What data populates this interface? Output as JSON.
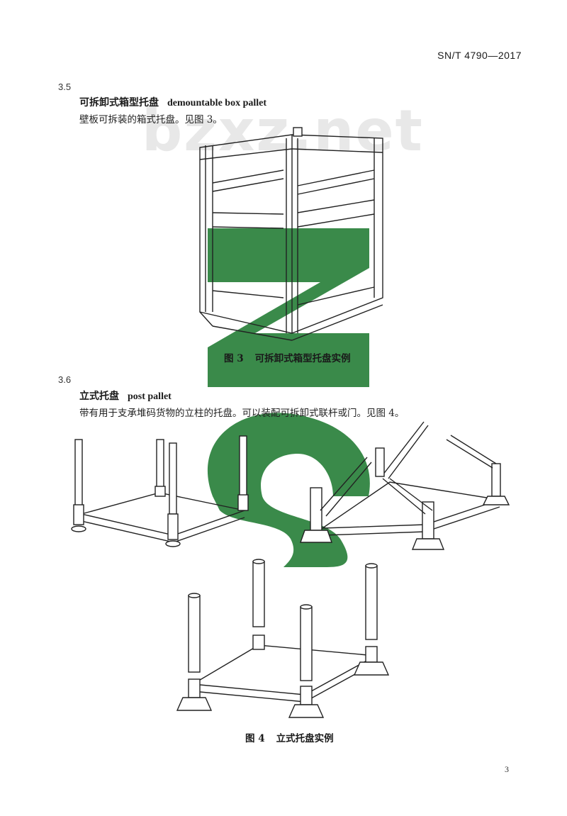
{
  "header": {
    "standard_code": "SN/T 4790—2017"
  },
  "watermark": {
    "text": "bzxz.net"
  },
  "sections": [
    {
      "number": "3.5",
      "term_zh": "可拆卸式箱型托盘",
      "term_en": "demountable box pallet",
      "definition": "壁板可拆装的箱式托盘。见图 3。",
      "figure": {
        "label": "图 3",
        "title": "可拆卸式箱型托盘实例"
      }
    },
    {
      "number": "3.6",
      "term_zh": "立式托盘",
      "term_en": "post pallet",
      "definition": "带有用于支承堆码货物的立柱的托盘。可以装配可拆卸式联杆或门。见图 4。",
      "figure": {
        "label": "图 4",
        "title": "立式托盘实例"
      }
    }
  ],
  "page_number": "3",
  "colors": {
    "watermark_green": "#3a8a4a",
    "watermark_grey": "#e8e8e8"
  }
}
